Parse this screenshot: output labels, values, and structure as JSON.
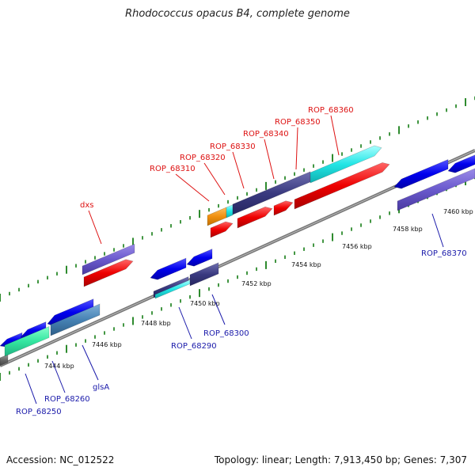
{
  "title": "Rhodococcus opacus B4, complete genome",
  "footer": {
    "accession": "Accession: NC_012522",
    "summary": "Topology: linear; Length: 7,913,450 bp; Genes: 7,307"
  },
  "colors": {
    "top_labels": "#dd1111",
    "bottom_labels": "#1a1aaa",
    "axis": "#777777",
    "dots": "#2e8b2e"
  },
  "top_labels": [
    "dxs",
    "ROP_68310",
    "ROP_68320",
    "ROP_68330",
    "ROP_68340",
    "ROP_68350",
    "ROP_68360"
  ],
  "bottom_labels": [
    "ROP_68250",
    "ROP_68260",
    "glsA",
    "ROP_68290",
    "ROP_68300",
    "ROP_68370"
  ],
  "ticks": [
    "7444 kbp",
    "7446 kbp",
    "7448 kbp",
    "7450 kbp",
    "7452 kbp",
    "7454 kbp",
    "7456 kbp",
    "7458 kbp",
    "7460 kbp"
  ]
}
